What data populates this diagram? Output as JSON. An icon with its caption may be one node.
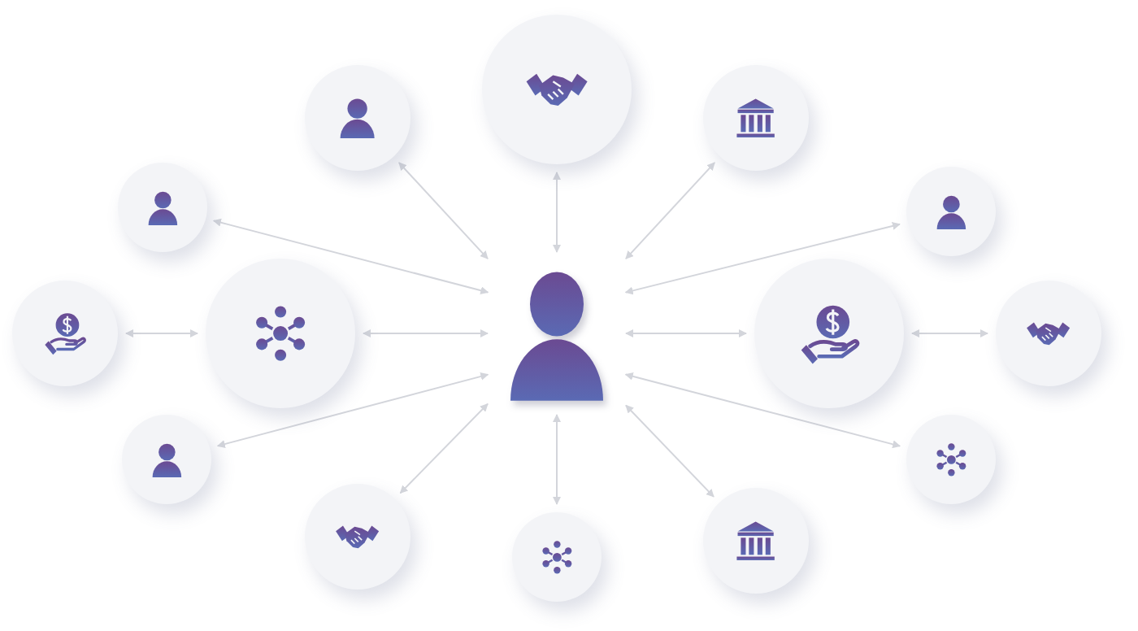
{
  "diagram": {
    "nodes": [
      {
        "text": [],
        "shape": "circle"
      },
      {
        "text": [],
        "shape": "circle"
      },
      {
        "text": [],
        "shape": "circle"
      },
      {
        "text": [],
        "shape": "circle"
      },
      {
        "text": [],
        "shape": "circle"
      },
      {
        "text": [],
        "shape": "person"
      },
      {
        "text": [],
        "shape": "circle"
      },
      {
        "text": [],
        "shape": "circle"
      },
      {
        "text": [],
        "shape": "circle"
      },
      {
        "text": [],
        "shape": "circle"
      },
      {
        "text": [],
        "shape": "circle"
      },
      {
        "text": [],
        "shape": "circle"
      },
      {
        "text": [],
        "shape": "circle"
      },
      {
        "text": [],
        "shape": "circle"
      },
      {
        "text": [],
        "shape": "circle"
      }
    ],
    "edges": [
      {
        "from": 5,
        "to": 0,
        "arrow": "both"
      },
      {
        "from": 5,
        "to": 1,
        "arrow": "both"
      },
      {
        "from": 5,
        "to": 2,
        "arrow": "both"
      },
      {
        "from": 5,
        "to": 3,
        "arrow": "both"
      },
      {
        "from": 5,
        "to": 4,
        "arrow": "both"
      },
      {
        "from": 5,
        "to": 7,
        "arrow": "both"
      },
      {
        "from": 7,
        "to": 6,
        "arrow": "both"
      },
      {
        "from": 5,
        "to": 8,
        "arrow": "both"
      },
      {
        "from": 8,
        "to": 9,
        "arrow": "both"
      },
      {
        "from": 5,
        "to": 10,
        "arrow": "both"
      },
      {
        "from": 5,
        "to": 11,
        "arrow": "both"
      },
      {
        "from": 5,
        "to": 12,
        "arrow": "both"
      },
      {
        "from": 5,
        "to": 13,
        "arrow": "both"
      },
      {
        "from": 5,
        "to": 14,
        "arrow": "both"
      }
    ]
  }
}
